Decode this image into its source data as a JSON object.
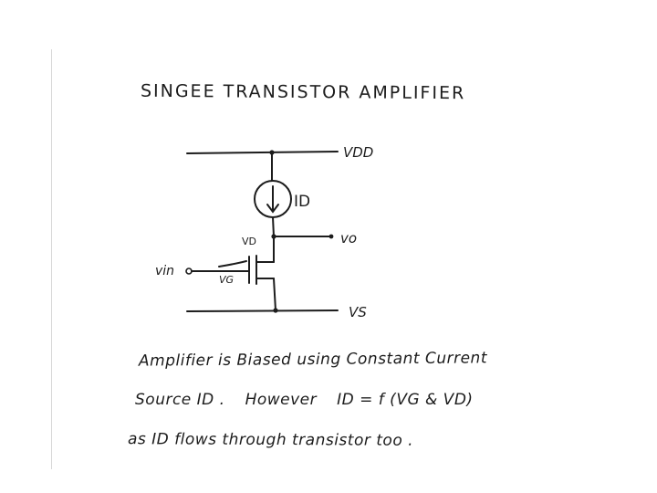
{
  "title": "SINGEE TRANSISTOR AMPLIFIER",
  "circuit": {
    "vdd_label": "VDD",
    "current_label": "ID",
    "vd_label": "VD",
    "vo_label": "vo",
    "vin_label": "vin",
    "vg_label": "VG",
    "vs_label": "VS"
  },
  "notes": {
    "line1": "Amplifier is Biased using Constant Current",
    "line2_a": "Source ID .",
    "line2_b": "However",
    "line2_formula": "ID = f (VG & VD)",
    "line3": "as ID flows through transistor too ."
  },
  "colors": {
    "ink": "#1c1c1c",
    "paper": "#ffffff"
  }
}
